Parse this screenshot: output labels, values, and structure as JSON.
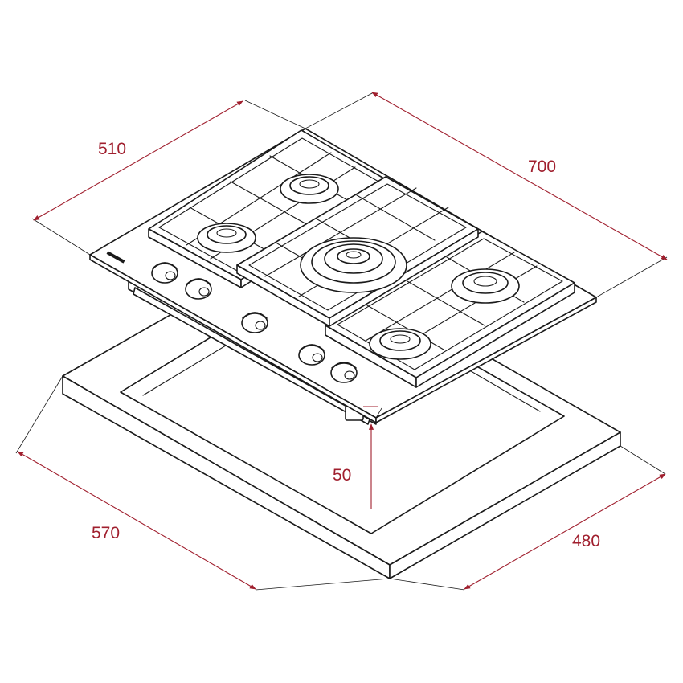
{
  "diagram": {
    "dimensions": {
      "depth_top": "510",
      "width_top": "700",
      "height": "50",
      "cutout_width": "570",
      "cutout_depth": "480"
    },
    "colors": {
      "dimension": "#a01f2e",
      "outline": "#1a1a1a",
      "background": "#ffffff"
    }
  }
}
